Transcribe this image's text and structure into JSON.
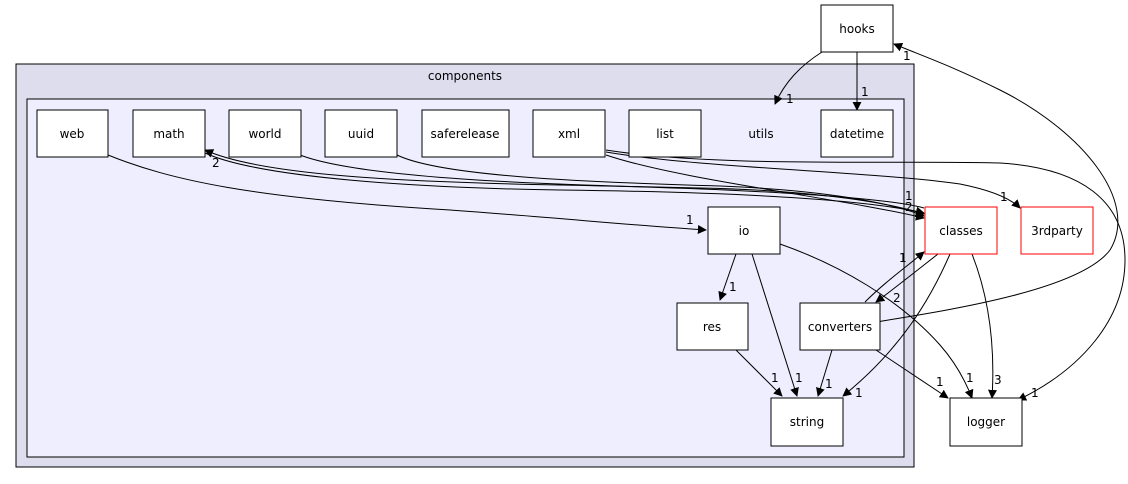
{
  "clusters": {
    "outer_label": "components",
    "inner_label": "utils"
  },
  "nodes": {
    "hooks": "hooks",
    "web": "web",
    "math": "math",
    "world": "world",
    "uuid": "uuid",
    "saferelease": "saferelease",
    "xml": "xml",
    "list": "list",
    "datetime": "datetime",
    "io": "io",
    "res": "res",
    "converters": "converters",
    "string": "string",
    "classes": "classes",
    "thirdparty": "3rdparty",
    "logger": "logger"
  },
  "edge_labels": {
    "hooks_utils": "1",
    "hooks_datetime": "1",
    "converters_hooks": "1",
    "web_io": "1",
    "classes_math": "2",
    "world_classes": "1",
    "uuid_classes": "2",
    "xml_thirdparty": "1",
    "xml_logger": "1",
    "io_res": "1",
    "io_string": "1",
    "io_logger": "1",
    "res_string": "1",
    "converters_string": "1",
    "converters_classes": "1",
    "classes_converters": "2",
    "converters_logger": "1",
    "classes_string": "1",
    "classes_logger": "3"
  },
  "colors": {
    "outer_cluster_fill": "#ddddee",
    "inner_cluster_fill": "#eeeeff",
    "highlight_border": "#ff0000"
  }
}
